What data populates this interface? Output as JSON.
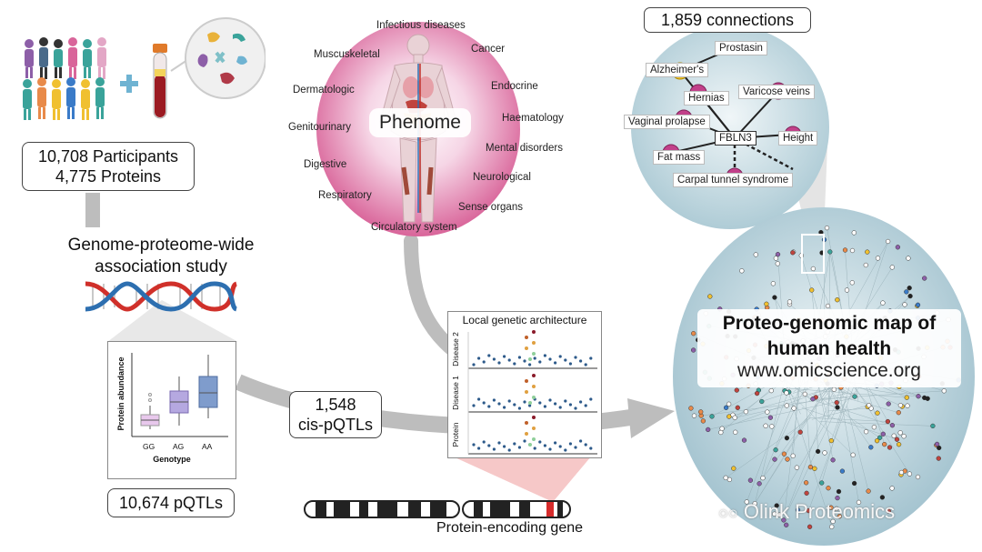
{
  "study": {
    "participants": "10,708 Participants",
    "proteins": "4,775 Proteins",
    "gwas_line1": "Genome-proteome-wide",
    "gwas_line2": "association study",
    "pqtls": "10,674 pQTLs",
    "cis_count": "1,548",
    "cis_label": "cis-pQTLs"
  },
  "boxplot": {
    "ylabel": "Protein abundance",
    "xlabel": "Genotype",
    "categories": [
      "GG",
      "AG",
      "AA"
    ]
  },
  "phenome": {
    "title": "Phenome",
    "categories": [
      "Infectious diseases",
      "Cancer",
      "Endocrine",
      "Haematology",
      "Mental disorders",
      "Neurological",
      "Sense organs",
      "Circulatory system",
      "Respiratory",
      "Digestive",
      "Genitourinary",
      "Dermatologic",
      "Muscuskeletal"
    ]
  },
  "architecture": {
    "title": "Local genetic architecture",
    "rows": [
      "Disease 2",
      "Disease 1",
      "Protein"
    ],
    "gene_label": "Protein-encoding gene"
  },
  "network": {
    "connections": "1,859 connections",
    "hub": "FBLN3",
    "nodes": [
      "Prostasin",
      "Alzheimer's",
      "Hernias",
      "Varicose veins",
      "Vaginal prolapse",
      "Height",
      "Fat mass",
      "Carpal tunnel syndrome"
    ]
  },
  "map": {
    "title_line1": "Proteo-genomic map of",
    "title_line2": "human health",
    "url": "www.omicscience.org"
  },
  "watermark": "Olink Proteomics",
  "colors": {
    "arrow": "#bdbdbd",
    "phenome": "#d9659a",
    "network_bg": "#bcd7e0",
    "box1": "#e8c8ec",
    "box2": "#b5a8e0",
    "box3": "#7f9ccc"
  }
}
